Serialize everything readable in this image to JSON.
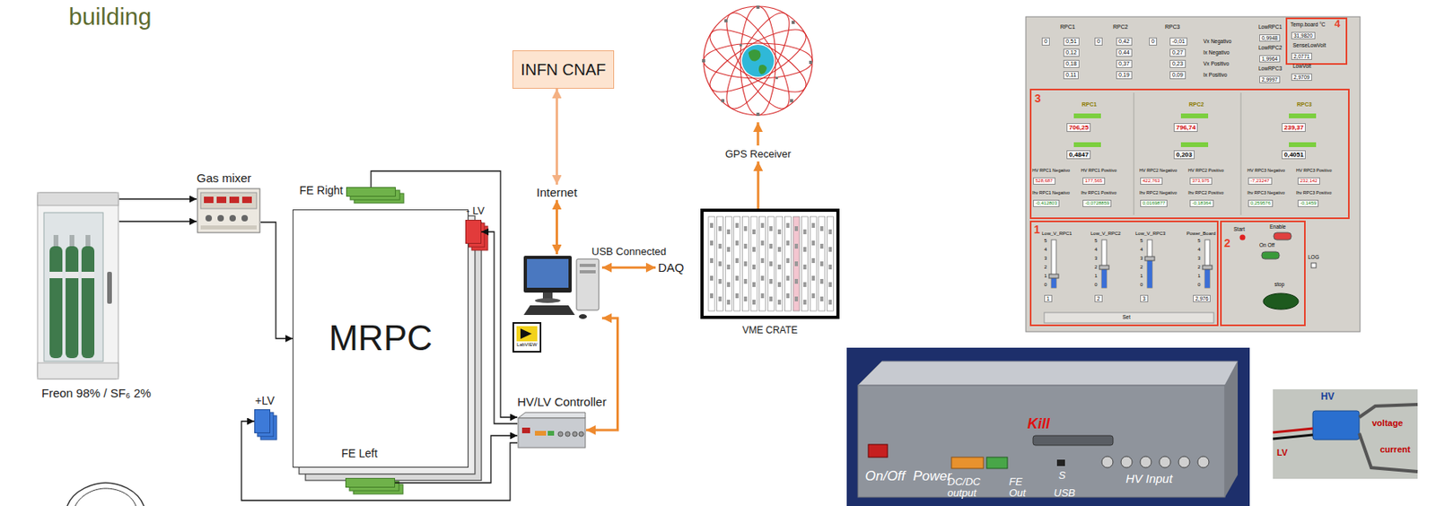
{
  "diagram": {
    "title": "building",
    "nodes": [
      {
        "text": [
          "Freon 98% / SF₆ 2%"
        ]
      },
      {
        "text": [
          "Gas mixer"
        ]
      },
      {
        "text": [
          "MRPC"
        ]
      },
      {
        "text": [
          "FE Right"
        ]
      },
      {
        "text": [
          "- LV"
        ]
      },
      {
        "text": [
          "+LV"
        ]
      },
      {
        "text": [
          "FE Left"
        ]
      },
      {
        "text": [
          "INFN CNAF"
        ]
      },
      {
        "text": [
          "Internet"
        ]
      },
      {
        "text": [
          "LabVIEW"
        ]
      },
      {
        "text": [
          "DAQ"
        ]
      },
      {
        "text": [
          "VME CRATE"
        ]
      },
      {
        "text": [
          "GPS Receiver"
        ]
      },
      {
        "text": [
          "HV/LV Controller"
        ]
      }
    ],
    "edges": [
      {
        "from": 0,
        "to": 1,
        "arrow": "to"
      },
      {
        "from": 0,
        "to": 1,
        "arrow": "to"
      },
      {
        "from": 1,
        "to": 2,
        "arrow": "to"
      },
      {
        "from": 3,
        "to": 13,
        "arrow": "to"
      },
      {
        "from": 13,
        "to": 4,
        "arrow": "to"
      },
      {
        "from": 6,
        "to": 13,
        "arrow": "to"
      },
      {
        "from": 13,
        "to": 5,
        "arrow": "to"
      },
      {
        "from": 7,
        "to": 8,
        "arrow": "both"
      },
      {
        "from": 8,
        "to": 9,
        "arrow": "both"
      },
      {
        "from": 9,
        "to": 10,
        "label": "USB Connected",
        "arrow": "both"
      },
      {
        "from": 11,
        "to": 12,
        "arrow": "to"
      },
      {
        "from": 13,
        "to": 9,
        "arrow": "both"
      }
    ],
    "labels": [
      "RPC1",
      "0",
      "0,51",
      "0,12",
      "0,18",
      "0,11",
      "RPC2",
      "0",
      "0,42",
      "0,44",
      "0,37",
      "0,19",
      "RPC3",
      "0",
      "-0,01",
      "0,27",
      "0,23",
      "0,09",
      "Vx Negativo",
      "Ix Negativo",
      "Vx Positivo",
      "Ix Positivo",
      "LowRPC1",
      "0,9948",
      "LowRPC2",
      "1,9964",
      "LowRPC3",
      "2,9997",
      "Temp.board °C",
      "4",
      "31,9820",
      "SenseLowVolt",
      "2,0771",
      "LowVolt",
      "2,9709",
      "3",
      "RPC1",
      "706,25",
      "0,4847",
      "HV RPC1 Negativo",
      "HV RPC1 Positivo",
      "528,687",
      "177,565",
      "Ihv RPC1 Negativo",
      "Ihv RPC1 Positivo",
      "-0,412803",
      "-0,0728859",
      "RPC2",
      "796,74",
      "0,203",
      "HV RPC2 Negativo",
      "HV RPC2 Positivo",
      "422,763",
      "373,975",
      "Ihv RPC2 Negativo",
      "Ihv RPC2 Positivo",
      "0,0169877",
      "-0,18364",
      "RPC3",
      "239,37",
      "0,4051",
      "HV RPC3 Negativo",
      "HV RPC3 Positivo",
      "-7,23247",
      "232,142",
      "Ihv RPC3 Negativo",
      "Ihv RPC3 Positivo",
      "0,259576",
      "-0,1459",
      "1",
      "Low_V_RPC1",
      "Low_V_RPC2",
      "Low_V_RPC3",
      "Power_Board",
      "5",
      "4",
      "3",
      "2",
      "1",
      "0",
      "5",
      "4",
      "3",
      "2",
      "1",
      "0",
      "5",
      "4",
      "3",
      "2",
      "1",
      "0",
      "5",
      "4",
      "3",
      "2",
      "1",
      "0",
      "1",
      "2",
      "3",
      "2,976",
      "Set",
      "2",
      "Start",
      "Enable",
      "On Off",
      "LOG",
      "stop",
      "On/Off",
      "Power",
      "Kill",
      "DC/DC output",
      "FE Out",
      "S",
      "USB",
      "HV Input",
      "HV",
      "voltage",
      "current",
      "LV"
    ]
  }
}
